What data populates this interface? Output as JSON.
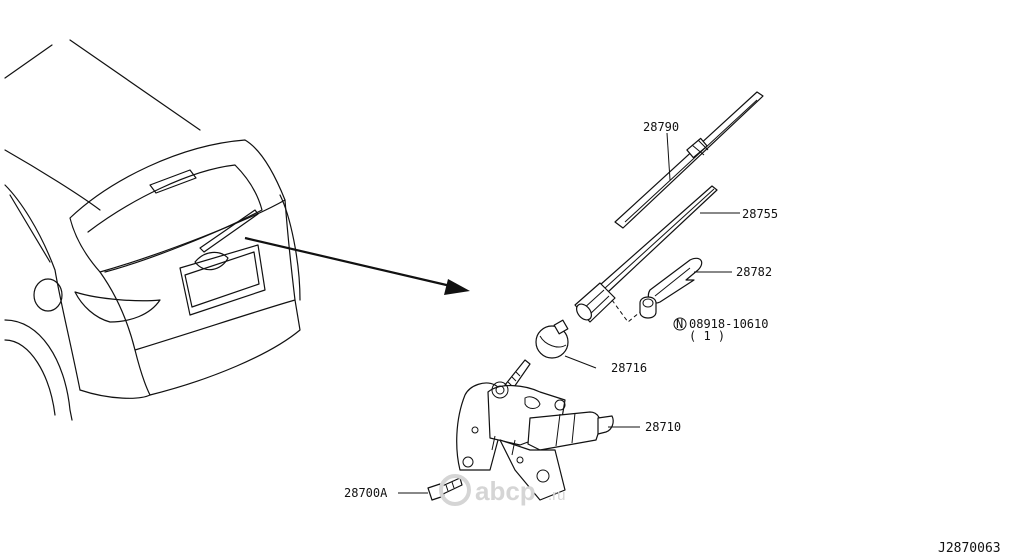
{
  "parts": {
    "p28790": "28790",
    "p28755": "28755",
    "p28782": "28782",
    "nut_label": "08918-10610",
    "nut_prefix": "N",
    "nut_qty": "( 1 )",
    "p28716": "28716",
    "p28710": "28710",
    "p28700A": "28700A"
  },
  "diagram_id": "J2870063",
  "watermark": {
    "brand": "abcp",
    "suffix": ".ru"
  }
}
